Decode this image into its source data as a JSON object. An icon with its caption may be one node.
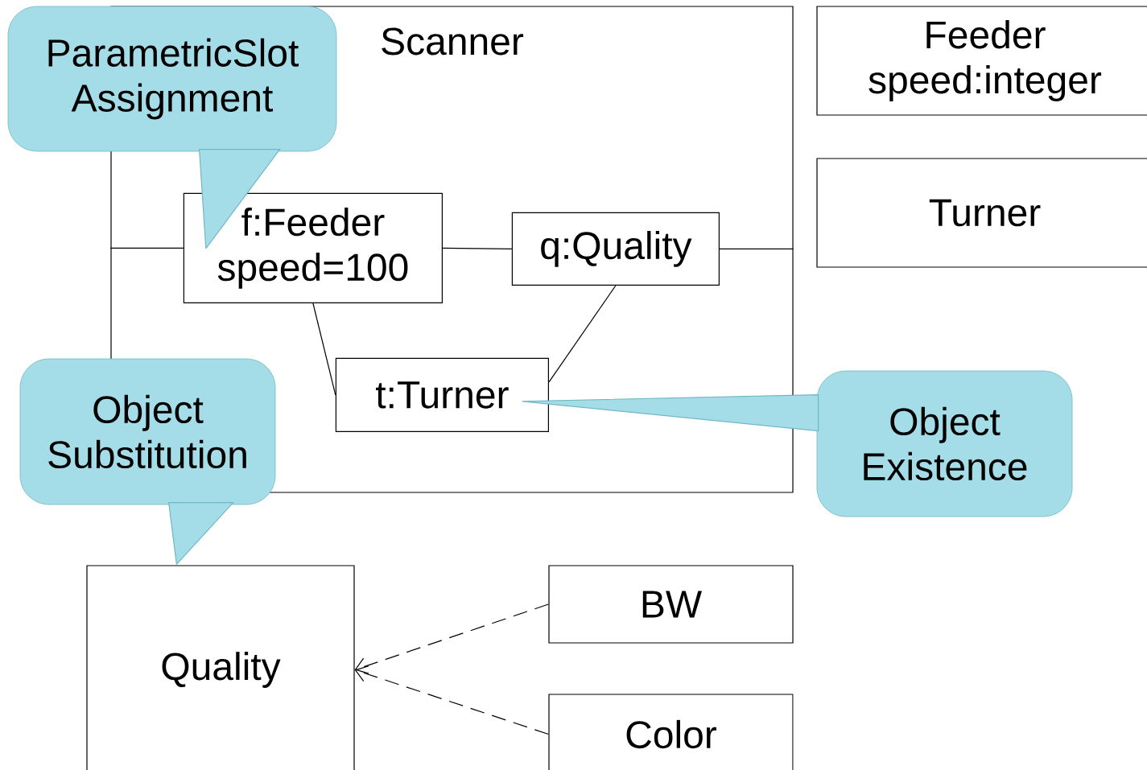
{
  "diagram": {
    "nodes": [
      {
        "text": [
          "Scanner"
        ]
      },
      {
        "text": [
          "f:Feeder speed=100"
        ],
        "in": 0
      },
      {
        "text": [
          "q:Quality"
        ],
        "in": 0
      },
      {
        "text": [
          "t:Turner"
        ],
        "in": 0
      },
      {
        "text": [
          "Feeder speed:integer"
        ]
      },
      {
        "text": [
          "Turner"
        ]
      },
      {
        "text": [
          "Quality"
        ]
      },
      {
        "text": [
          "BW"
        ]
      },
      {
        "text": [
          "Color"
        ]
      },
      {
        "text": [
          "ParametricSlot Assignment"
        ]
      },
      {
        "text": [
          "Object Substitution"
        ]
      },
      {
        "text": [
          "Object Existence"
        ]
      }
    ],
    "edges": [
      {
        "from": 0,
        "to": 1,
        "arrow": "none"
      },
      {
        "from": 1,
        "to": 2,
        "arrow": "none"
      },
      {
        "from": 2,
        "to": 0,
        "arrow": "none"
      },
      {
        "from": 1,
        "to": 3,
        "arrow": "none"
      },
      {
        "from": 2,
        "to": 3,
        "arrow": "none"
      },
      {
        "from": 7,
        "to": 6,
        "arrow": "to",
        "style": "dashed"
      },
      {
        "from": 8,
        "to": 6,
        "arrow": "to",
        "style": "dashed"
      },
      {
        "from": 9,
        "to": 1,
        "arrow": "to",
        "color": "#6fb7c4"
      },
      {
        "from": 10,
        "to": 6,
        "arrow": "to",
        "color": "#6fb7c4"
      },
      {
        "from": 11,
        "to": 3,
        "arrow": "to",
        "color": "#6fb7c4"
      }
    ]
  }
}
